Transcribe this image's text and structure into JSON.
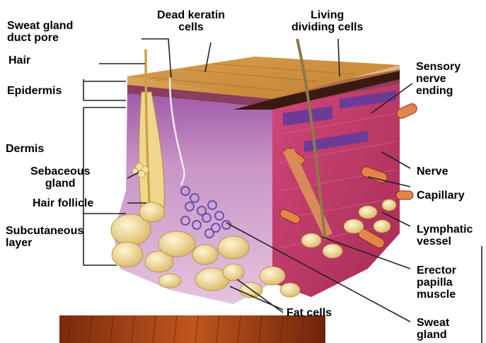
{
  "labels": {
    "sweat_gland_duct_pore": "Sweat gland\nduct pore",
    "dead_keratin_cells": "Dead keratin\ncells",
    "living_dividing_cells": "Living\ndividing cells",
    "hair": "Hair",
    "epidermis": "Epidermis",
    "dermis": "Dermis",
    "sebaceous_gland": "Sebaceous\ngland",
    "hair_follicle": "Hair follicle",
    "subcutaneous_layer": "Subcutaneous\nlayer",
    "sensory_nerve_ending": "Sensory\nnerve\nending",
    "nerve": "Nerve",
    "capillary": "Capillary",
    "lymphatic_vessel": "Lymphatic\nvessel",
    "erector_papilla_muscle": "Erector\npapilla\nmuscle",
    "fat_cells": "Fat cells",
    "sweat_gland": "Sweat\ngland"
  },
  "colors": {
    "epidermis_top": "#d9a24a",
    "dermis_front": "#c98cc0",
    "dermis_side": "#c23a6a",
    "fat": "#f3e0a0",
    "nerve": "#7a3a9a",
    "vessel": "#e07a40",
    "muscle_strip": "#9a3a14"
  }
}
